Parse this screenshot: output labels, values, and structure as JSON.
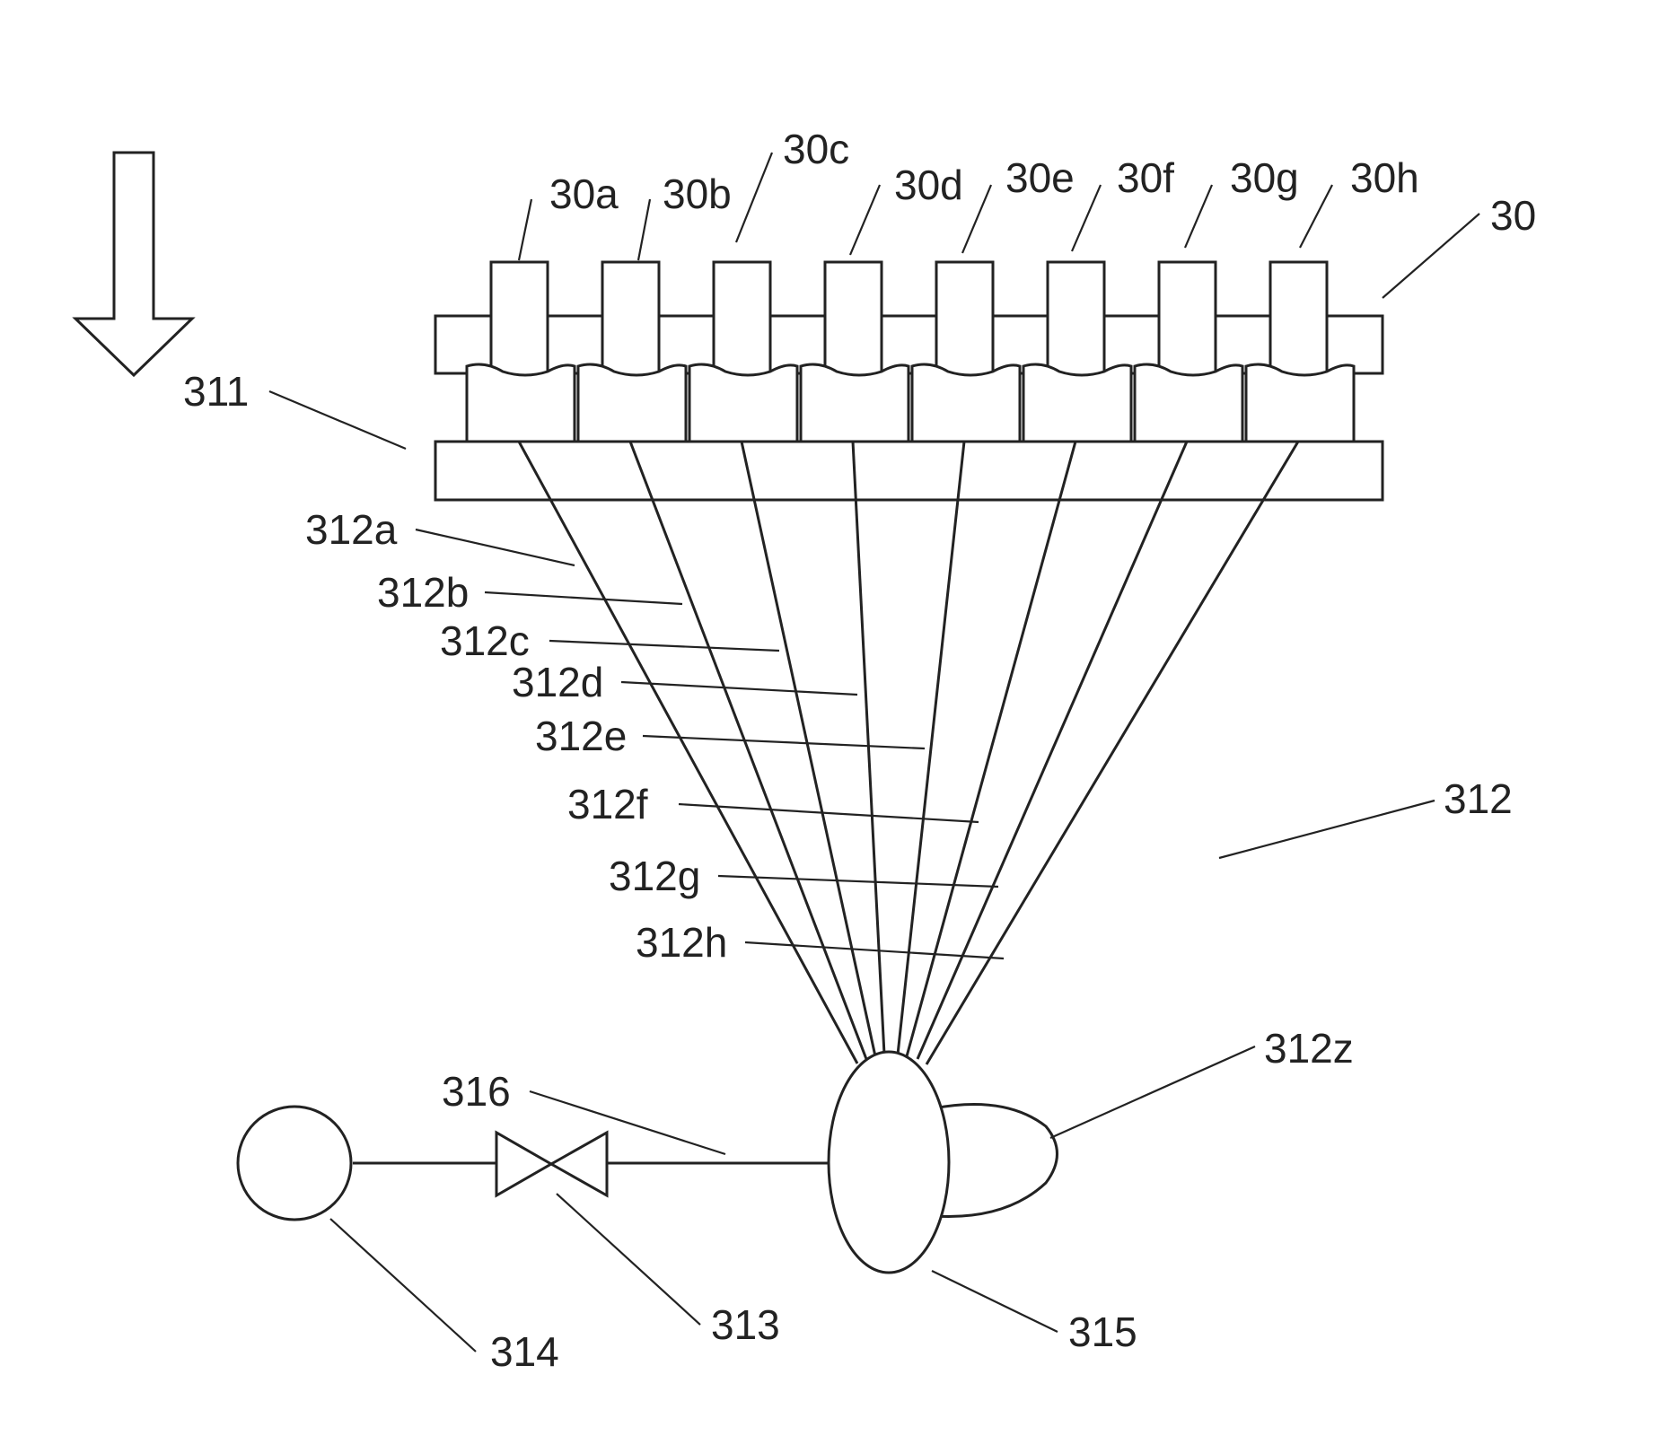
{
  "labels": {
    "nozzles": [
      "30a",
      "30b",
      "30c",
      "30d",
      "30e",
      "30f",
      "30g",
      "30h"
    ],
    "holder": "30",
    "plate": "311",
    "tubes": [
      "312a",
      "312b",
      "312c",
      "312d",
      "312e",
      "312f",
      "312g",
      "312h"
    ],
    "tube_bundle": "312",
    "chamber": "312z",
    "junction": "315",
    "pipe": "316",
    "valve": "313",
    "source": "314"
  },
  "colors": {
    "line": "#222222",
    "background": "#ffffff"
  }
}
